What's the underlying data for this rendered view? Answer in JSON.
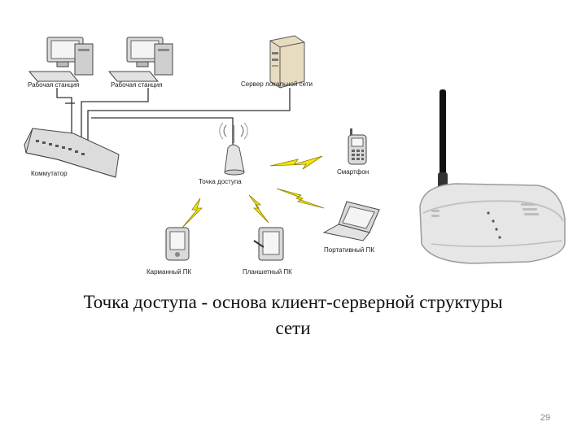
{
  "labels": {
    "workstation_1": "Рабочая станция",
    "workstation_2": "Рабочая станция",
    "server": "Сервер локальной сети",
    "switch": "Коммутатор",
    "access_point": "Точка доступа",
    "smartphone": "Смартфон",
    "pocket_pc": "Карманный ПК",
    "tablet_pc": "Планшетный ПК",
    "laptop": "Портативный ПК"
  },
  "caption": {
    "line1": "Точка доступа - основа клиент-серверной структуры",
    "line2": "сети"
  },
  "page_number": "29",
  "colors": {
    "wire": "#333333",
    "lightning": "#f2e40e",
    "lightning_outline": "#8a7d00",
    "server_case": "#e8dcc0",
    "router_body": "#e6e6e6"
  }
}
